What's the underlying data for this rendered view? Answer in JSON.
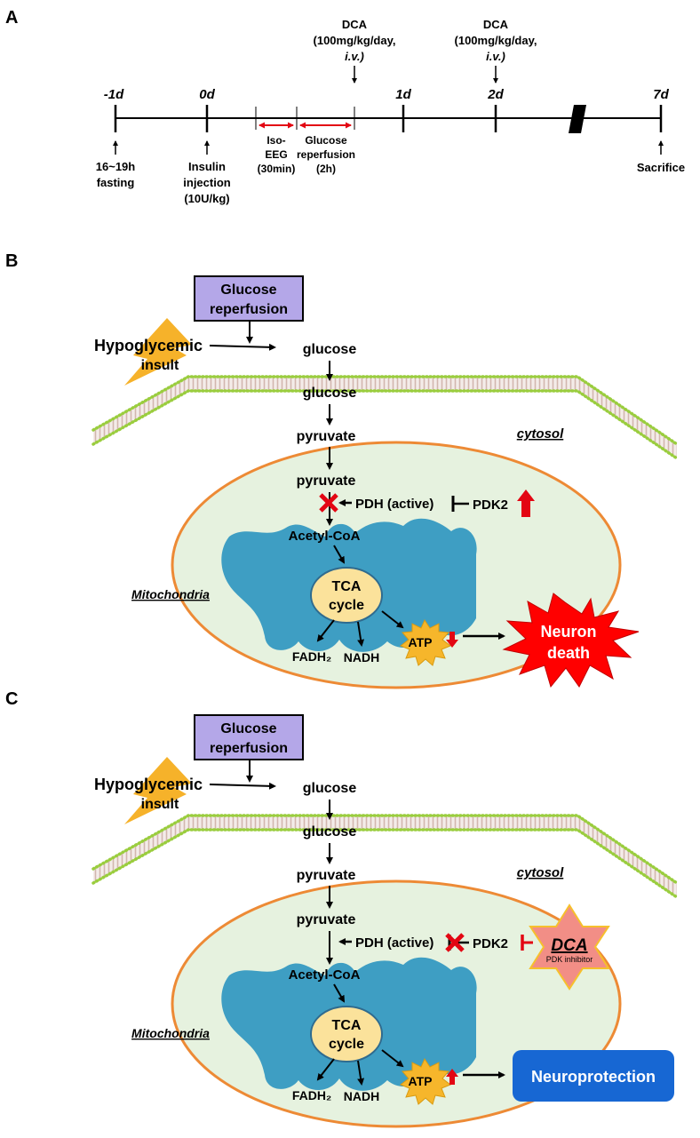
{
  "panel_labels": {
    "a": "A",
    "b": "B",
    "c": "C"
  },
  "timeline": {
    "days": [
      "-1d",
      "0d",
      "1d",
      "2d",
      "7d"
    ],
    "dca_dose_1": {
      "line1": "DCA",
      "line2": "(100mg/kg/day,",
      "line3": "i.v.)"
    },
    "dca_dose_2": {
      "line1": "DCA",
      "line2": "(100mg/kg/day,",
      "line3": "i.v.)"
    },
    "fasting": {
      "line1": "16~19h",
      "line2": "fasting"
    },
    "insulin": {
      "line1": "Insulin",
      "line2": "injection",
      "line3": "(10U/kg)"
    },
    "iso_eeg": {
      "line1": "Iso-",
      "line2": "EEG",
      "line3": "(30min)"
    },
    "glucose_reperfusion": {
      "line1": "Glucose",
      "line2": "reperfusion",
      "line3": "(2h)"
    },
    "sacrifice": "Sacrifice"
  },
  "pathway_b": {
    "glucose_reperfusion": {
      "line1": "Glucose",
      "line2": "reperfusion"
    },
    "hypoglycemic": {
      "line1": "Hypoglycemic",
      "line2": "insult"
    },
    "glucose_out": "glucose",
    "glucose_in": "glucose",
    "pyruvate_cyto": "pyruvate",
    "cytosol": "cytosol",
    "pyruvate_mito": "pyruvate",
    "pdh": "PDH (active)",
    "pdk2": "PDK2",
    "acetyl_coa": "Acetyl-CoA",
    "tca": {
      "line1": "TCA",
      "line2": "cycle"
    },
    "mitochondria": "Mitochondria",
    "fadh2": "FADH₂",
    "nadh": "NADH",
    "atp": "ATP",
    "outcome": {
      "line1": "Neuron",
      "line2": "death"
    }
  },
  "pathway_c": {
    "glucose_reperfusion": {
      "line1": "Glucose",
      "line2": "reperfusion"
    },
    "hypoglycemic": {
      "line1": "Hypoglycemic",
      "line2": "insult"
    },
    "glucose_out": "glucose",
    "glucose_in": "glucose",
    "pyruvate_cyto": "pyruvate",
    "cytosol": "cytosol",
    "pyruvate_mito": "pyruvate",
    "pdh": "PDH (active)",
    "pdk2": "PDK2",
    "dca": "DCA",
    "dca_sub": "PDK inhibitor",
    "acetyl_coa": "Acetyl-CoA",
    "tca": {
      "line1": "TCA",
      "line2": "cycle"
    },
    "mitochondria": "Mitochondria",
    "fadh2": "FADH₂",
    "nadh": "NADH",
    "atp": "ATP",
    "outcome": "Neuroprotection"
  },
  "colors": {
    "box_fill": "#b4a7e8",
    "membrane_dot": "#9acd3e",
    "membrane_fill": "#e2cfca",
    "mito_fill": "#e6f2df",
    "mito_stroke": "#ed8a35",
    "crista": "#3e9ec3",
    "tca_fill": "#fbe29b",
    "atp_fill": "#f6b62b",
    "bolt": "#f6b22a",
    "red": "#e30613",
    "dca_star": "#f28e86",
    "neuroprotection": "#1767d3"
  }
}
